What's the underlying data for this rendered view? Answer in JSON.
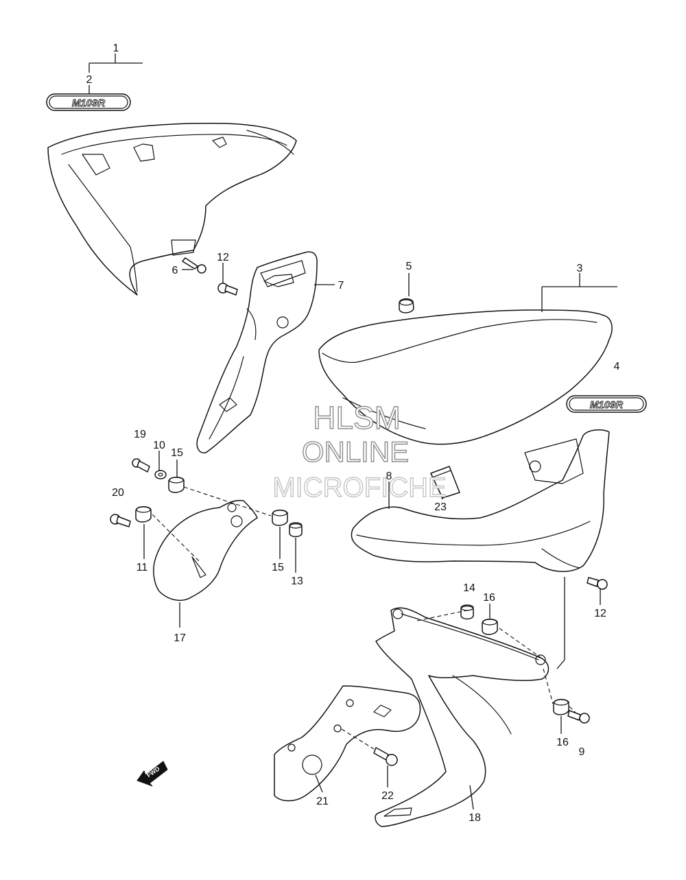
{
  "diagram": {
    "callouts": [
      {
        "id": "c1",
        "label": "1"
      },
      {
        "id": "c2",
        "label": "2"
      },
      {
        "id": "c3",
        "label": "3"
      },
      {
        "id": "c4",
        "label": "4"
      },
      {
        "id": "c5",
        "label": "5"
      },
      {
        "id": "c6",
        "label": "6"
      },
      {
        "id": "c7",
        "label": "7"
      },
      {
        "id": "c8",
        "label": "8"
      },
      {
        "id": "c9",
        "label": "9"
      },
      {
        "id": "c10",
        "label": "10"
      },
      {
        "id": "c11",
        "label": "11"
      },
      {
        "id": "c12a",
        "label": "12"
      },
      {
        "id": "c12b",
        "label": "12"
      },
      {
        "id": "c13",
        "label": "13"
      },
      {
        "id": "c14",
        "label": "14"
      },
      {
        "id": "c15a",
        "label": "15"
      },
      {
        "id": "c15b",
        "label": "15"
      },
      {
        "id": "c16a",
        "label": "16"
      },
      {
        "id": "c16b",
        "label": "16"
      },
      {
        "id": "c17",
        "label": "17"
      },
      {
        "id": "c18",
        "label": "18"
      },
      {
        "id": "c19",
        "label": "19"
      },
      {
        "id": "c20",
        "label": "20"
      },
      {
        "id": "c21",
        "label": "21"
      },
      {
        "id": "c22",
        "label": "22"
      },
      {
        "id": "c23",
        "label": "23"
      }
    ],
    "emblem_text": "M109R",
    "fwd_text": "FWD",
    "watermark": {
      "line1": "HLSM",
      "line2": "ONLINE",
      "line3": "MICROFICHE"
    }
  }
}
